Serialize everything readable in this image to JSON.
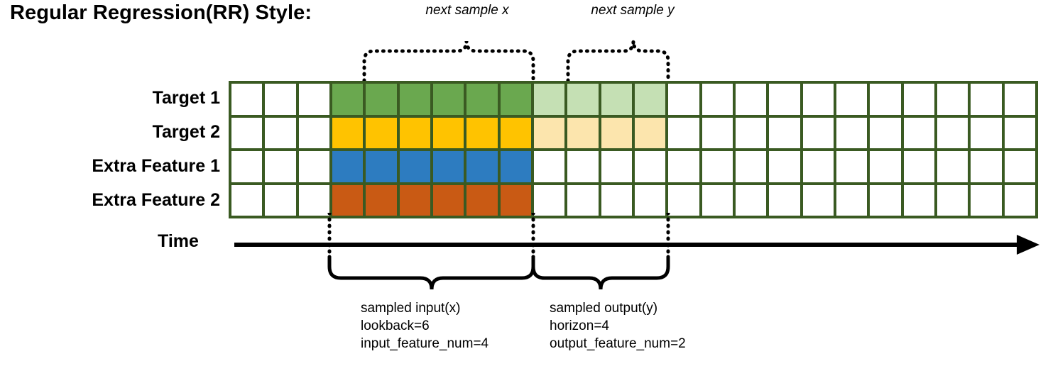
{
  "title": "Regular Regression(RR) Style:",
  "annotations": {
    "next_sample_x": "next sample x",
    "next_sample_y": "next sample y",
    "time_axis_label": "Time"
  },
  "rows": [
    {
      "label": "Target 1",
      "color_key": "green",
      "faded_key": "green_light"
    },
    {
      "label": "Target 2",
      "color_key": "yellow",
      "faded_key": "yellow_light"
    },
    {
      "label": "Extra Feature 1",
      "color_key": "blue",
      "faded_key": null
    },
    {
      "label": "Extra Feature 2",
      "color_key": "orange",
      "faded_key": null
    }
  ],
  "grid": {
    "total_columns": 24,
    "leading_empty_columns": 3,
    "input_columns": 6,
    "output_columns": 4,
    "trailing_empty_columns": 11
  },
  "colors": {
    "green": "#6aa84f",
    "green_light": "#c5e0b4",
    "yellow": "#ffc300",
    "yellow_light": "#fce5ad",
    "blue": "#2d7cc0",
    "orange": "#c95a14",
    "grid_border": "#3a5a22",
    "empty": "#ffffff",
    "ink": "#000000"
  },
  "captions": {
    "input": {
      "line1": "sampled input(x)",
      "line2": "lookback=6",
      "line3": "input_feature_num=4"
    },
    "output": {
      "line1": "sampled output(y)",
      "line2": "horizon=4",
      "line3": "output_feature_num=2"
    }
  }
}
